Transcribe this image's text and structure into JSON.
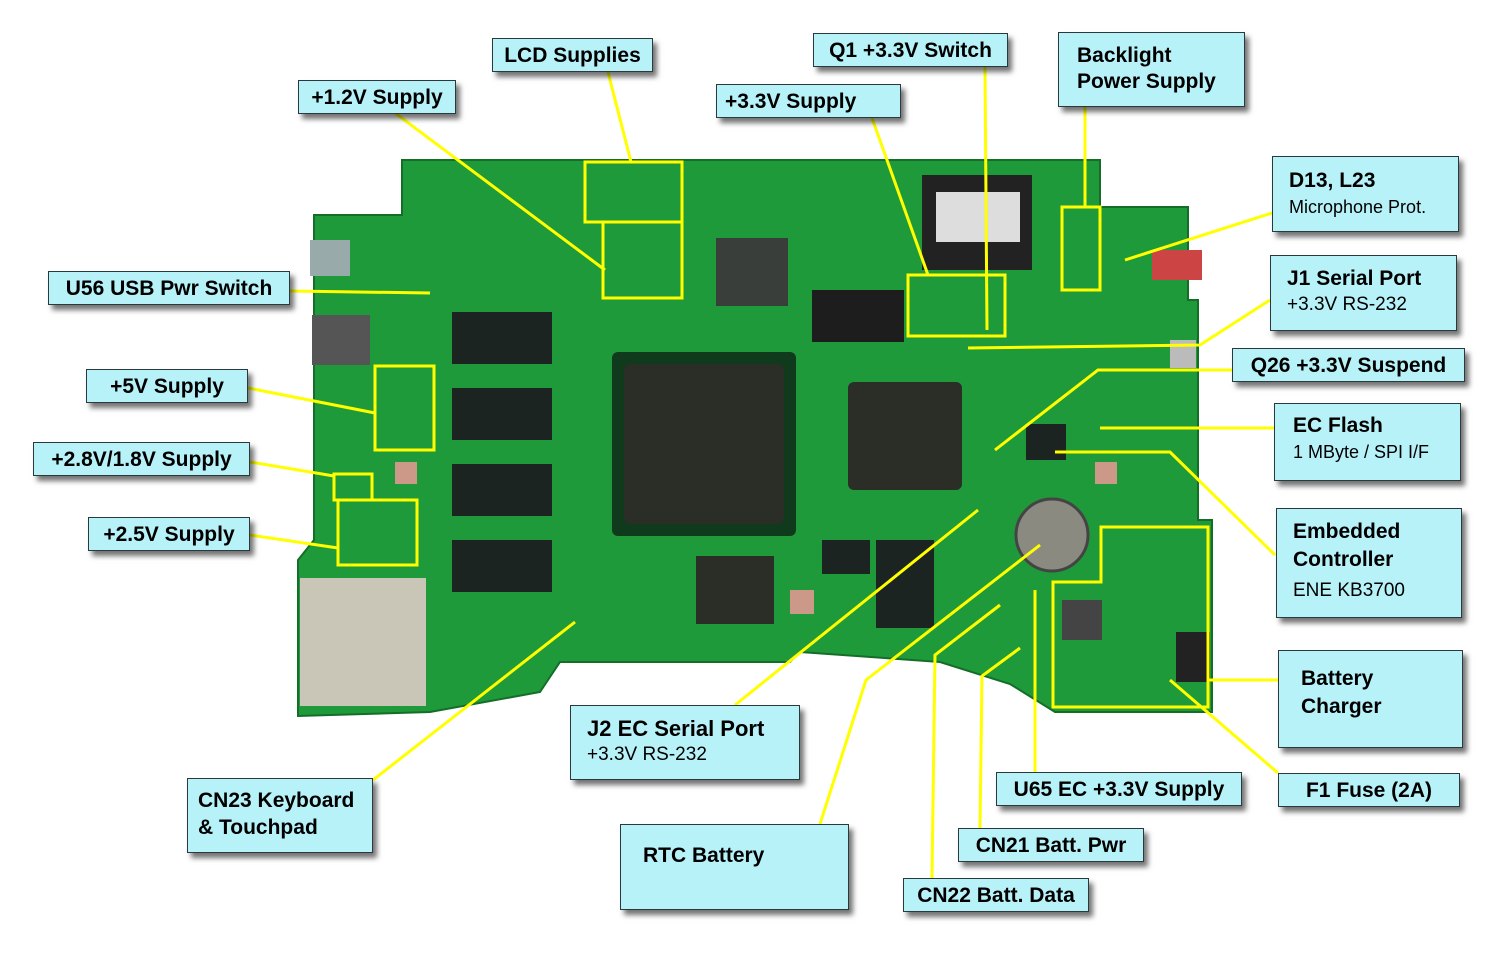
{
  "colors": {
    "label_bg": "#b8f2f9",
    "callout": "#ffff00",
    "board": "#1f9a3a"
  },
  "labels": {
    "lcd_supplies": {
      "title": "LCD Supplies"
    },
    "v12_supply": {
      "title": "+1.2V Supply"
    },
    "q1_switch": {
      "title": "Q1 +3.3V Switch"
    },
    "v33_supply": {
      "title": "+3.3V Supply"
    },
    "backlight": {
      "title": "Backlight Power Supply"
    },
    "d13": {
      "title": "D13, L23",
      "sub": "Microphone Prot."
    },
    "j1": {
      "title": "J1 Serial Port",
      "sub": "+3.3V RS-232"
    },
    "u56": {
      "title": "U56 USB Pwr Switch"
    },
    "q26": {
      "title": "Q26 +3.3V Suspend"
    },
    "v5_supply": {
      "title": "+5V Supply"
    },
    "ec_flash": {
      "title": "EC Flash",
      "sub": "1 MByte / SPI I/F"
    },
    "v28_supply": {
      "title": "+2.8V/1.8V Supply"
    },
    "ec": {
      "title": "Embedded Controller",
      "sub": "ENE KB3700"
    },
    "v25_supply": {
      "title": "+2.5V Supply"
    },
    "battery_charger": {
      "title": "Battery Charger"
    },
    "j2": {
      "title": "J2 EC Serial Port",
      "sub": "+3.3V RS-232"
    },
    "cn23": {
      "title": "CN23 Keyboard & Touchpad"
    },
    "u65": {
      "title": "U65 EC +3.3V Supply"
    },
    "f1": {
      "title": "F1 Fuse (2A)"
    },
    "rtc": {
      "title": "RTC Battery"
    },
    "cn21": {
      "title": "CN21 Batt. Pwr"
    },
    "cn22": {
      "title": "CN22 Batt. Data"
    }
  }
}
